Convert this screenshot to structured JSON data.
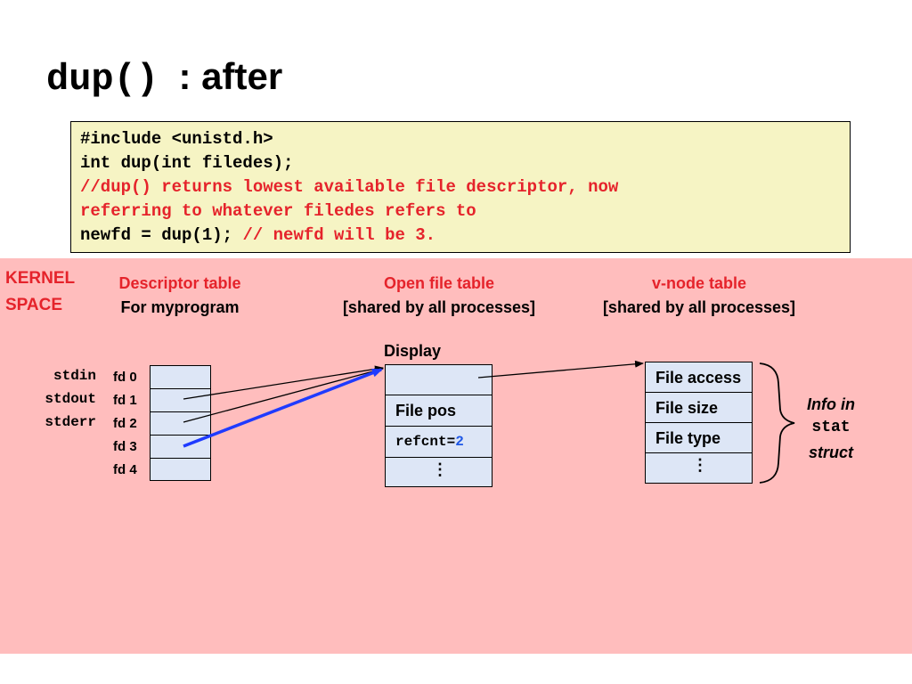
{
  "title": {
    "mono": "dup()",
    "sans": ": after"
  },
  "code": {
    "line1": "#include <unistd.h>",
    "line2": "int dup(int filedes);",
    "line3": "//dup() returns lowest available file descriptor, now",
    "line4": "referring to whatever filedes refers to",
    "line5_code": "newfd = dup(1);",
    "line5_comment": "// newfd will be 3."
  },
  "kernel": {
    "line1": "KERNEL",
    "line2": "SPACE"
  },
  "descriptor_table": {
    "header": "Descriptor table",
    "sub": "For myprogram",
    "std_labels": [
      "stdin",
      "stdout",
      "stderr"
    ],
    "fd_labels": [
      "fd 0",
      "fd 1",
      "fd 2",
      "fd 3",
      "fd 4"
    ]
  },
  "open_file_table": {
    "header": "Open file table",
    "sub": "[shared by all processes]",
    "entry_name": "Display",
    "file_pos": "File pos",
    "refcnt_label": "refcnt=",
    "refcnt_value": "2",
    "ellipsis": "⋮"
  },
  "vnode_table": {
    "header": "v-node table",
    "sub": "[shared by all processes]",
    "rows": [
      "File access",
      "File size",
      "File type"
    ],
    "ellipsis": "⋮"
  },
  "info": {
    "line1": "Info in",
    "line2": "stat",
    "line3": "struct"
  },
  "colors": {
    "accent_red": "#e5232b",
    "arrow_blue": "#1f3bff",
    "kernel_bg": "#ffbdbd",
    "code_bg": "#f6f4c4"
  }
}
